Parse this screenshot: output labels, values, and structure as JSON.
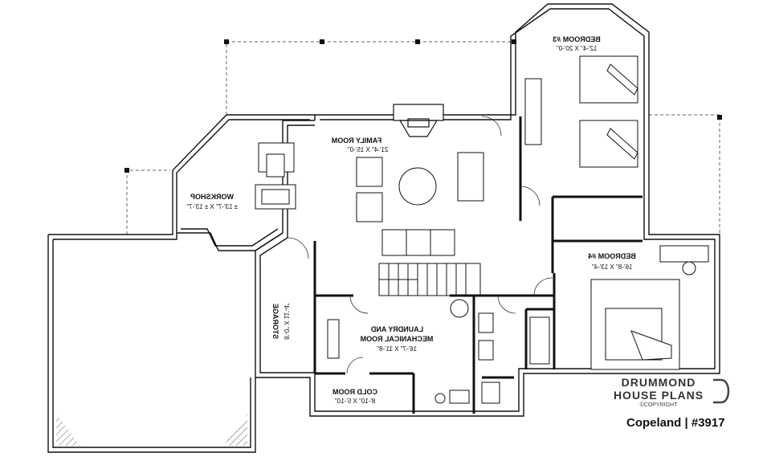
{
  "rooms": {
    "bedroom3": {
      "name": "BEDROOM #3",
      "dims": "12'-4\" X 20'-0\""
    },
    "family_room": {
      "name": "FAMILY ROOM",
      "dims": "21'-4\" X 15'-0\""
    },
    "workshop": {
      "name": "WORKSHOP",
      "dims": "± 13'-7\" X ± 13'-7\""
    },
    "bedroom4": {
      "name": "BEDROOM #4",
      "dims": "16'-8\" X 13'-4\""
    },
    "storage": {
      "name": "STORAGE",
      "dims": "8'-0\" X 11'-4\""
    },
    "laundry": {
      "name_line1": "LAUNDRY AND",
      "name_line2": "MECHANICAL ROOM",
      "dims": "16'-7\" X 11'-8\""
    },
    "cold_room": {
      "name": "COLD ROOM",
      "dims": "8'-10\" X 5'-10\""
    }
  },
  "branding": {
    "line1": "DRUMMOND",
    "line2": "HOUSE PLANS",
    "copyright": "©COPYRIGHT",
    "caption": "Copeland | #3917"
  },
  "colors": {
    "wall": "#111111",
    "line": "#222222",
    "fill_wall": "#f4f4f4"
  }
}
